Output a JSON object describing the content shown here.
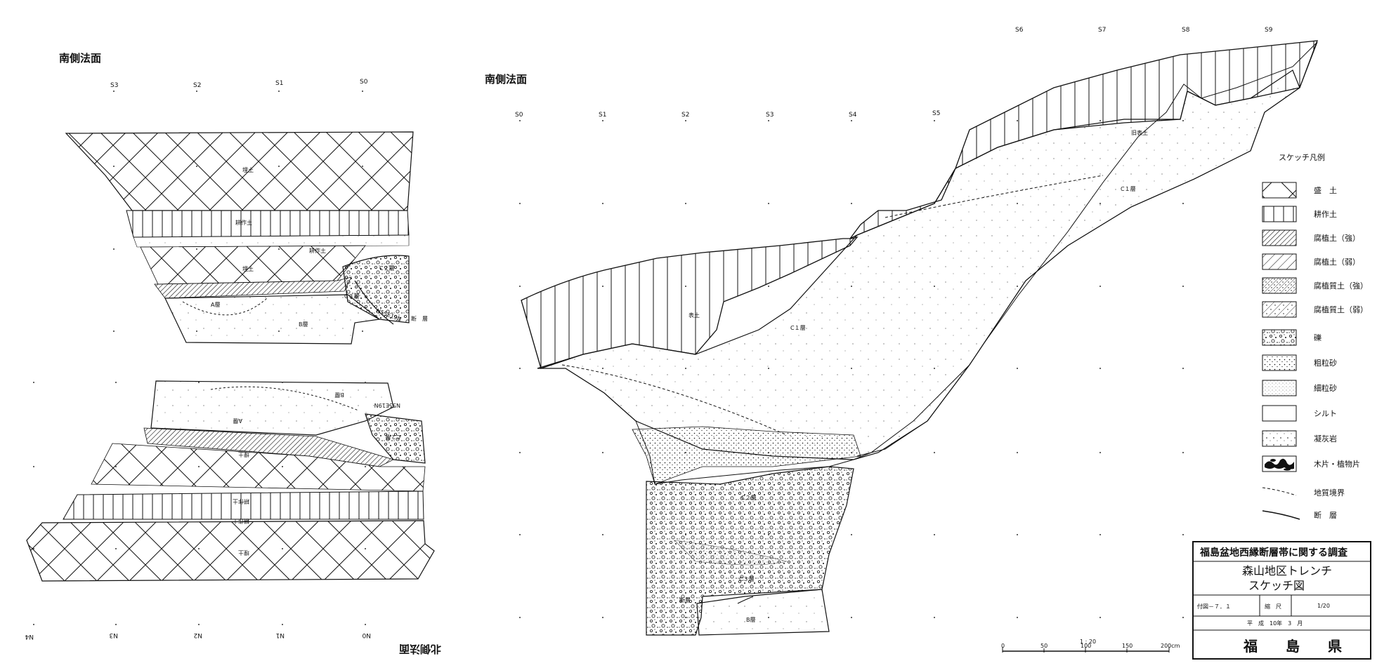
{
  "left_top_panel": {
    "title": "南側法面",
    "stations": [
      "S3",
      "S2",
      "S1",
      "S0"
    ],
    "labels": {
      "fill1": "埋土",
      "cult1": "耕作土",
      "cult2": "耕作土",
      "fill2": "埋土",
      "c2": "C２層",
      "c3": "C３層",
      "a": "A層",
      "b": "B層",
      "strike": "N55E19N",
      "fault": "断　層"
    }
  },
  "left_bottom_panel": {
    "title": "北側法面",
    "stations": [
      "N4",
      "N3",
      "N2",
      "N1",
      "N0"
    ],
    "labels": {
      "b": "B層",
      "strike": "N55E19N",
      "a": "A層",
      "c2": "C２層",
      "fill1": "埋土",
      "cult1": "耕作土",
      "cult2": "耕作土",
      "fill2": "埋土"
    }
  },
  "right_panel": {
    "title": "南側法面",
    "stations_lower": [
      "S0",
      "S1",
      "S2",
      "S3",
      "S4",
      "S5"
    ],
    "stations_upper": [
      "S6",
      "S7",
      "S8",
      "S9"
    ],
    "labels": {
      "old_topsoil": "旧表土",
      "c1_upper": "C１層",
      "topsoil": "表土",
      "c1_lower": "C１層",
      "c2": "C２層",
      "c3": "C３層",
      "fault": "断層",
      "b": "B層"
    }
  },
  "legend": {
    "title": "スケッチ凡例",
    "items": [
      {
        "icon": "crosshatch-swatch",
        "label": "盛　土"
      },
      {
        "icon": "vertical-lines-swatch",
        "label": "耕作土"
      },
      {
        "icon": "dense-diagonal-swatch",
        "label": "腐植土（強）"
      },
      {
        "icon": "sparse-diagonal-swatch",
        "label": "腐植土（弱）"
      },
      {
        "icon": "dense-dot-diagonal-swatch",
        "label": "腐植質土（強）"
      },
      {
        "icon": "sparse-dot-diagonal-swatch",
        "label": "腐植質土（弱）"
      },
      {
        "icon": "gravel-swatch",
        "label": "礫"
      },
      {
        "icon": "coarse-sand-swatch",
        "label": "粗粒砂"
      },
      {
        "icon": "fine-sand-swatch",
        "label": "細粒砂"
      },
      {
        "icon": "blank-swatch",
        "label": "シルト"
      },
      {
        "icon": "tuff-swatch",
        "label": "凝灰岩"
      },
      {
        "icon": "wood-swatch",
        "label": "木片・植物片"
      },
      {
        "icon": "dashed-line-swatch",
        "label": "地質境界"
      },
      {
        "icon": "fault-line-swatch",
        "label": "断　層"
      }
    ]
  },
  "scale_bar": {
    "label": "1 : 20",
    "ticks": [
      "0",
      "50",
      "100",
      "150",
      "200cm"
    ]
  },
  "title_block": {
    "project": "福島盆地西縁断層帯に関する調査",
    "subtitle_1": "森山地区トレンチ",
    "subtitle_2": "スケッチ図",
    "figure_no": "付図－７．１",
    "scale_label": "縮　尺",
    "scale_value": "1/20",
    "date": "平　成　10年　3　月",
    "prefecture": "福　島　県"
  },
  "colors": {
    "ink": "#111111",
    "paper": "#ffffff",
    "light_ink": "#666666"
  }
}
